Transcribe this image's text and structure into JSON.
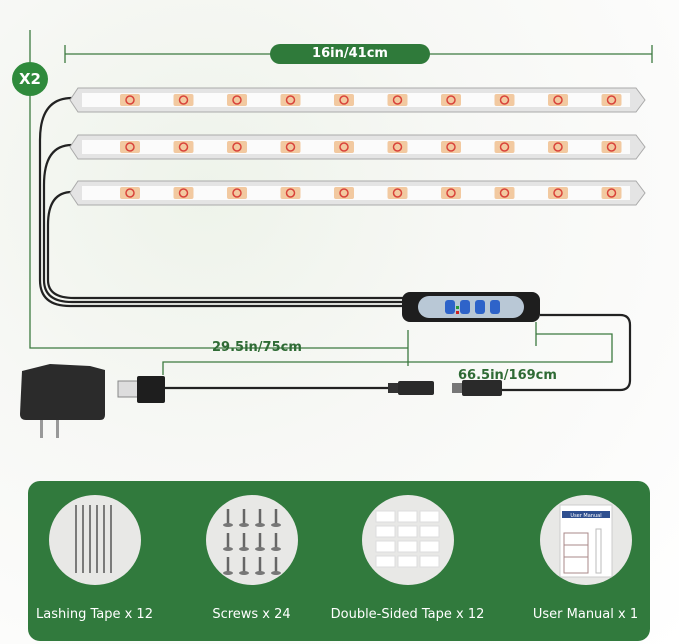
{
  "product": {
    "quantity_badge": "X2",
    "bar_length": "16in/41cm",
    "controller_cable_length": "29.5in/75cm",
    "power_cable_length": "66.5in/169cm",
    "bar_count": 3,
    "leds_per_bar": 10
  },
  "accessories": [
    {
      "label": "Lashing Tape x 12",
      "icon": "cable-ties-icon"
    },
    {
      "label": "Screws x 24",
      "icon": "screws-icon"
    },
    {
      "label": "Double-Sided Tape x 12",
      "icon": "adhesive-pads-icon"
    },
    {
      "label": "User Manual x 1",
      "icon": "manual-icon",
      "manual_title": "User Manual"
    }
  ],
  "colors": {
    "brand_green": "#317a3d",
    "dimension_line": "#3c7a40",
    "led_warm": "#f0a060"
  }
}
